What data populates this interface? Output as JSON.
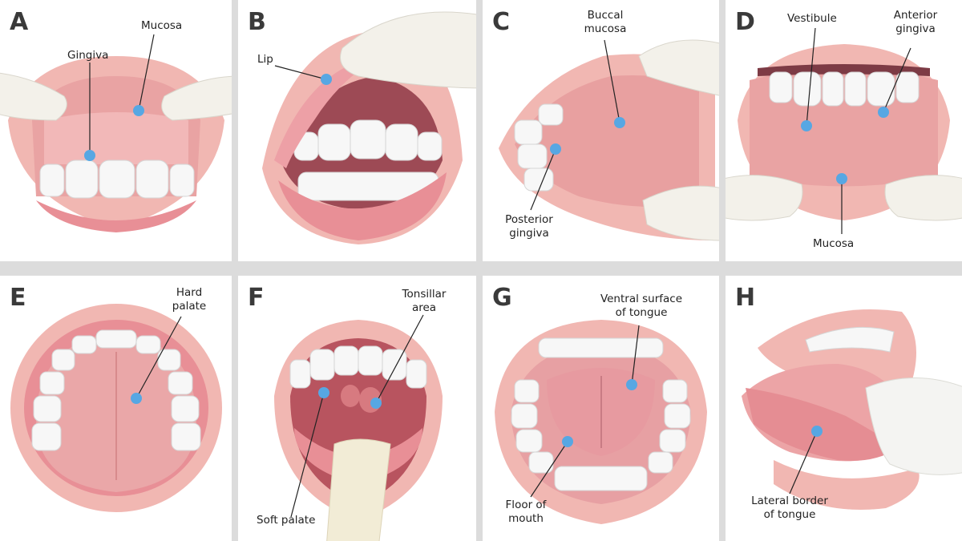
{
  "colors": {
    "background": "#dcdcdc",
    "panel": "#ffffff",
    "mucosa": "#e9a3a3",
    "lip": "#eda0a6",
    "tooth": "#f7f7f7",
    "marker": "#57a7e3",
    "leader": "#222222"
  },
  "panels": [
    {
      "letter": "A",
      "labels": {
        "gingiva": "Gingiva",
        "mucosa": "Mucosa"
      }
    },
    {
      "letter": "B",
      "labels": {
        "lip": "Lip"
      }
    },
    {
      "letter": "C",
      "labels": {
        "buccal_1": "Buccal",
        "buccal_2": "mucosa",
        "posterior_1": "Posterior",
        "posterior_2": "gingiva"
      }
    },
    {
      "letter": "D",
      "labels": {
        "vestibule": "Vestibule",
        "anterior_1": "Anterior",
        "anterior_2": "gingiva",
        "mucosa": "Mucosa"
      }
    },
    {
      "letter": "E",
      "labels": {
        "hard_1": "Hard",
        "hard_2": "palate"
      }
    },
    {
      "letter": "F",
      "labels": {
        "tonsillar_1": "Tonsillar",
        "tonsillar_2": "area",
        "soft": "Soft palate"
      }
    },
    {
      "letter": "G",
      "labels": {
        "ventral_1": "Ventral surface",
        "ventral_2": "of tongue",
        "floor_1": "Floor of",
        "floor_2": "mouth"
      }
    },
    {
      "letter": "H",
      "labels": {
        "lateral_1": "Lateral border",
        "lateral_2": "of tongue"
      }
    }
  ]
}
